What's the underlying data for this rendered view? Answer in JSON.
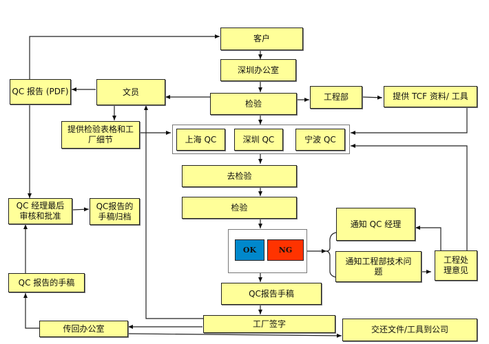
{
  "diagram": {
    "nodes": {
      "customer": "客户",
      "shenzhen_office": "深圳办公室",
      "inspection_top": "检验",
      "engineering": "工程部",
      "provide_tcf": "提供 TCF 资料/ 工具",
      "clerk": "文员",
      "qc_report_pdf": "QC 报告 (PDF)",
      "provide_forms": "提供检验表格和工厂细节",
      "shanghai_qc": "上海 QC",
      "shenzhen_qc": "深圳 QC",
      "ningbo_qc": "宁波 QC",
      "go_inspect": "去检验",
      "inspection": "检验",
      "ok": "OK",
      "ng": "NG",
      "notify_qc_manager": "通知 QC 经理",
      "notify_engineering": "通知工程部技术问题",
      "engineering_opinion": "工程处理意见",
      "qc_report_draft": "QC报告手稿",
      "factory_sign": "工厂签字",
      "return_documents": "交还文件/工具到公司",
      "send_back_office": "传回办公室",
      "qc_report_manuscript": "QC 报告的手稿",
      "qc_manager_review": "QC 经理最后审核和批准",
      "archive_manuscript": "QC报告的手稿归档"
    },
    "colors": {
      "box_fill": "#ffff99",
      "ok_fill": "#0088cc",
      "ng_fill": "#ff3300"
    }
  }
}
